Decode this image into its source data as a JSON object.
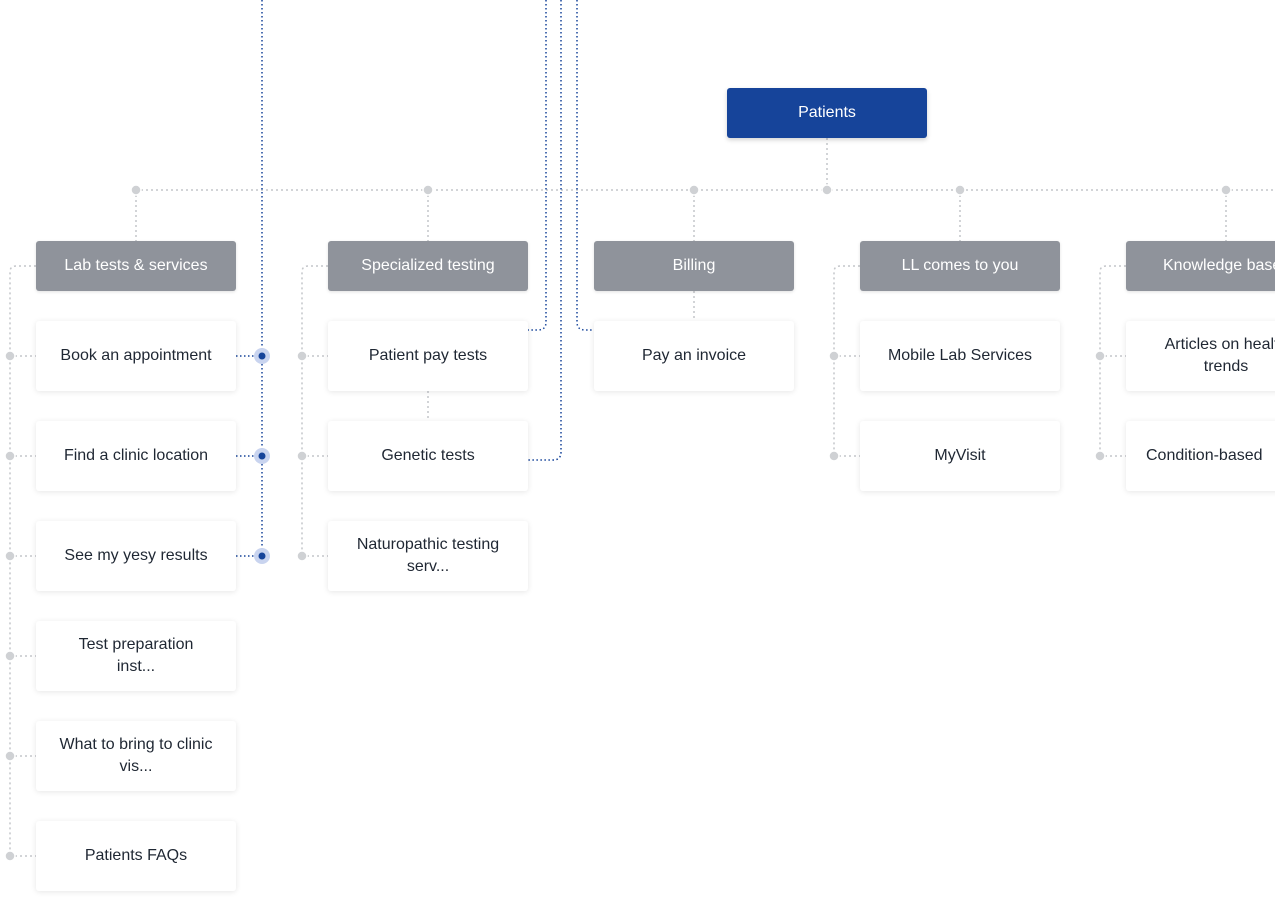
{
  "root": {
    "label": "Patients"
  },
  "categories": [
    {
      "label": "Lab tests & services"
    },
    {
      "label": "Specialized testing"
    },
    {
      "label": "Billing"
    },
    {
      "label": "LL comes to you"
    },
    {
      "label": "Knowledge base"
    }
  ],
  "pages": {
    "lab_tests": [
      "Book an appointment",
      "Find a clinic location",
      "See my yesy results",
      "Test preparation inst...",
      "What to bring to clinic vis...",
      "Patients FAQs"
    ],
    "specialized": [
      "Patient pay tests",
      "Genetic tests",
      "Naturopathic testing serv..."
    ],
    "billing": [
      "Pay an invoice"
    ],
    "ll_comes": [
      "Mobile Lab Services",
      "MyVisit"
    ],
    "knowledge": [
      "Articles on health trends",
      "Condition-based"
    ]
  },
  "colors": {
    "root": "#16449a",
    "category": "#8f939b",
    "connector": "#c4c6ca",
    "link": "#16449a",
    "dot": "#cfd1d4",
    "link_dot_halo": "#c9d4ef"
  }
}
